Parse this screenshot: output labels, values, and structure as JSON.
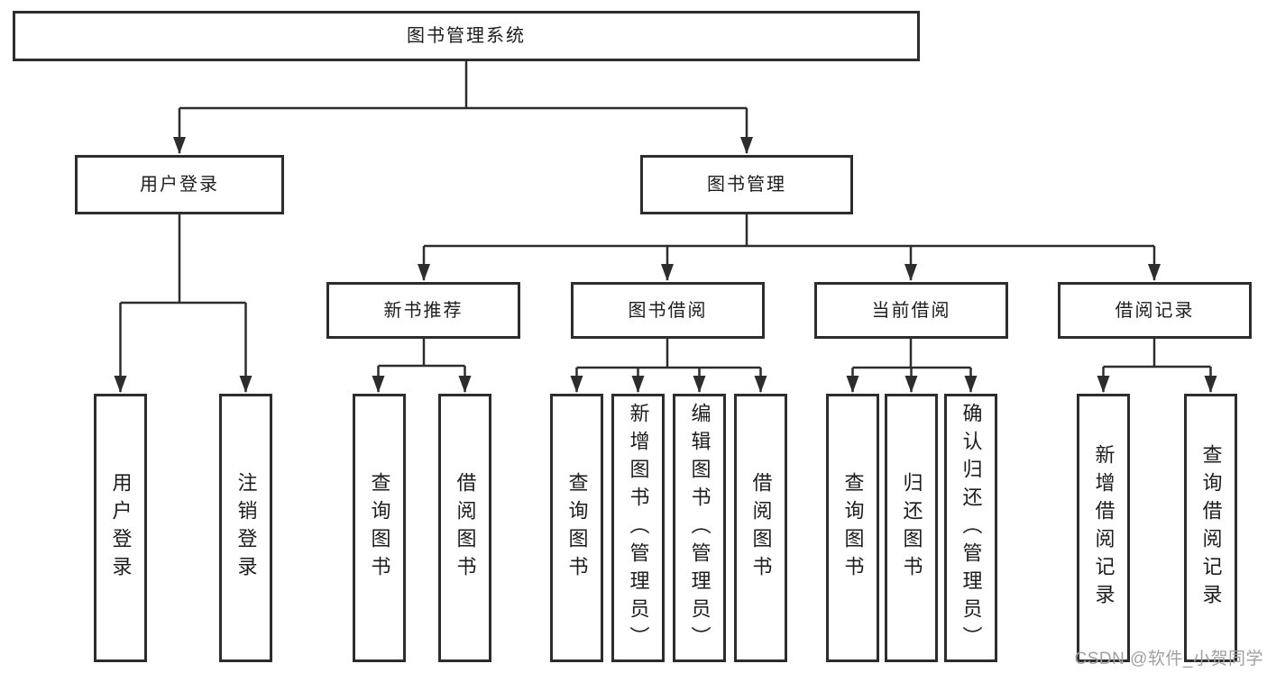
{
  "colors": {
    "background": "#ffffff",
    "line": "#2d2d2d",
    "box_border": "#2d2d2d",
    "text": "#1d1d1d",
    "watermark": "#a0a0a0"
  },
  "watermark": {
    "text": "CSDN @软件_小贺同学"
  },
  "diagram": {
    "root": {
      "label": "图书管理系统"
    },
    "branches": [
      {
        "label": "用户登录",
        "children": [
          {
            "label": "用户登录"
          },
          {
            "label": "注销登录"
          }
        ]
      },
      {
        "label": "图书管理",
        "children": [
          {
            "label": "新书推荐",
            "children": [
              {
                "label": "查询图书"
              },
              {
                "label": "借阅图书"
              }
            ]
          },
          {
            "label": "图书借阅",
            "children": [
              {
                "label": "查询图书"
              },
              {
                "label": "新增图书（管理员）"
              },
              {
                "label": "编辑图书（管理员）"
              },
              {
                "label": "借阅图书"
              }
            ]
          },
          {
            "label": "当前借阅",
            "children": [
              {
                "label": "查询图书"
              },
              {
                "label": "归还图书"
              },
              {
                "label": "确认归还（管理员）"
              }
            ]
          },
          {
            "label": "借阅记录",
            "children": [
              {
                "label": "新增借阅记录"
              },
              {
                "label": "查询借阅记录"
              }
            ]
          }
        ]
      }
    ]
  }
}
